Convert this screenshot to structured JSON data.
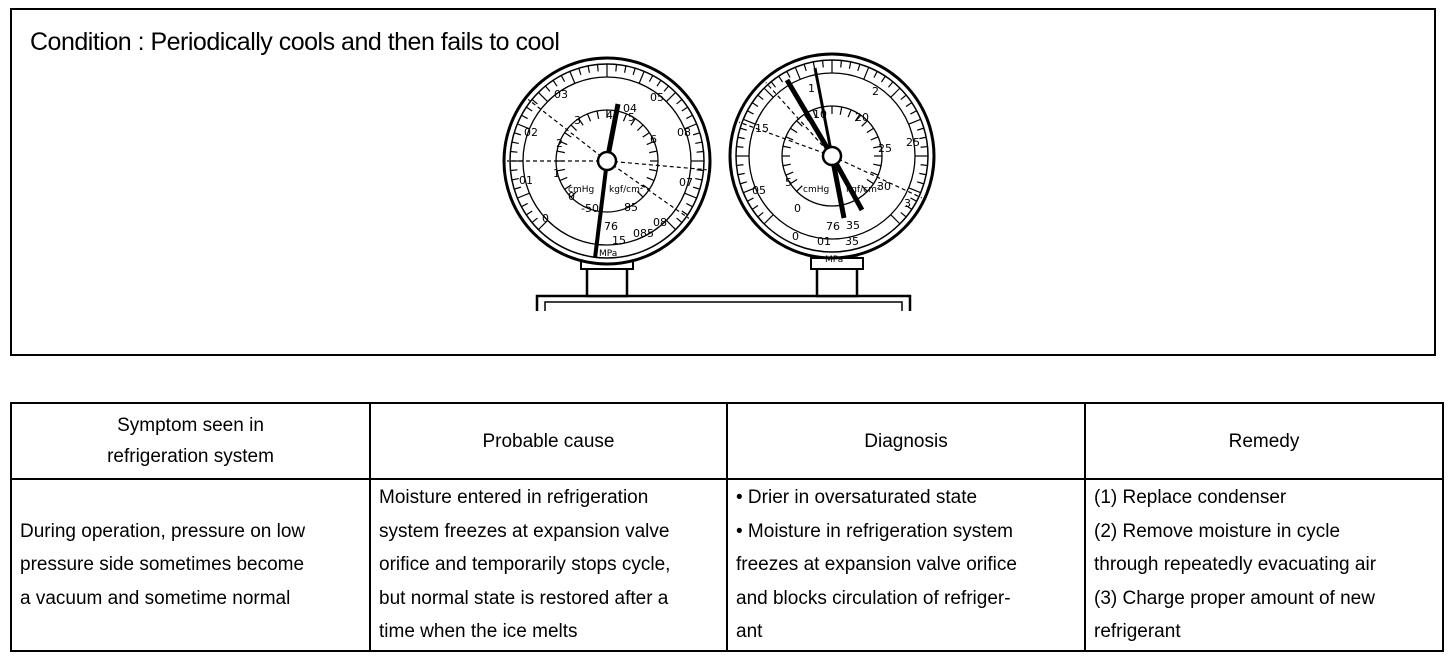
{
  "condition": {
    "title": "Condition : Periodically cools and then fails to cool"
  },
  "gauges": {
    "low": {
      "outer_scale": [
        "04",
        "05",
        "03",
        "08",
        "02",
        "07",
        "01",
        "0",
        "085",
        "08"
      ],
      "inner_scale": [
        "4",
        "5",
        "3",
        "6",
        "2",
        "1",
        "0",
        "85",
        "76",
        "15"
      ],
      "units_left": "cmHg",
      "units_right": "kgf/cm²",
      "vacuum_mark": "-50",
      "unit": "MPa"
    },
    "high": {
      "outer_scale": [
        "1",
        "2",
        "15",
        "25",
        "05",
        "3",
        "0",
        "01",
        "35"
      ],
      "inner_scale": [
        "10",
        "20",
        "25",
        "5",
        "0",
        "76",
        "35",
        "30"
      ],
      "units_left": "cmHg",
      "units_right": "kgf/cm²",
      "unit": "MPa"
    }
  },
  "table": {
    "headers": {
      "symptom": [
        "Symptom seen in",
        "refrigeration system"
      ],
      "cause": "Probable cause",
      "diagnosis": "Diagnosis",
      "remedy": "Remedy"
    },
    "row": {
      "symptom": [
        "During operation, pressure on low",
        "pressure side sometimes become",
        "a vacuum and sometime normal"
      ],
      "cause": [
        "Moisture entered in refrigeration",
        "system freezes at expansion valve",
        "orifice and temporarily stops cycle,",
        "but normal state is restored after a",
        "time when the ice melts"
      ],
      "diagnosis": [
        "• Drier in oversaturated state",
        "• Moisture in refrigeration system",
        "freezes at expansion valve orifice",
        "and blocks circulation of refriger-",
        "ant"
      ],
      "remedy": [
        "(1) Replace condenser",
        "(2) Remove moisture in cycle",
        "through repeatedly evacuating air",
        "(3) Charge proper amount of new",
        "refrigerant"
      ]
    }
  }
}
